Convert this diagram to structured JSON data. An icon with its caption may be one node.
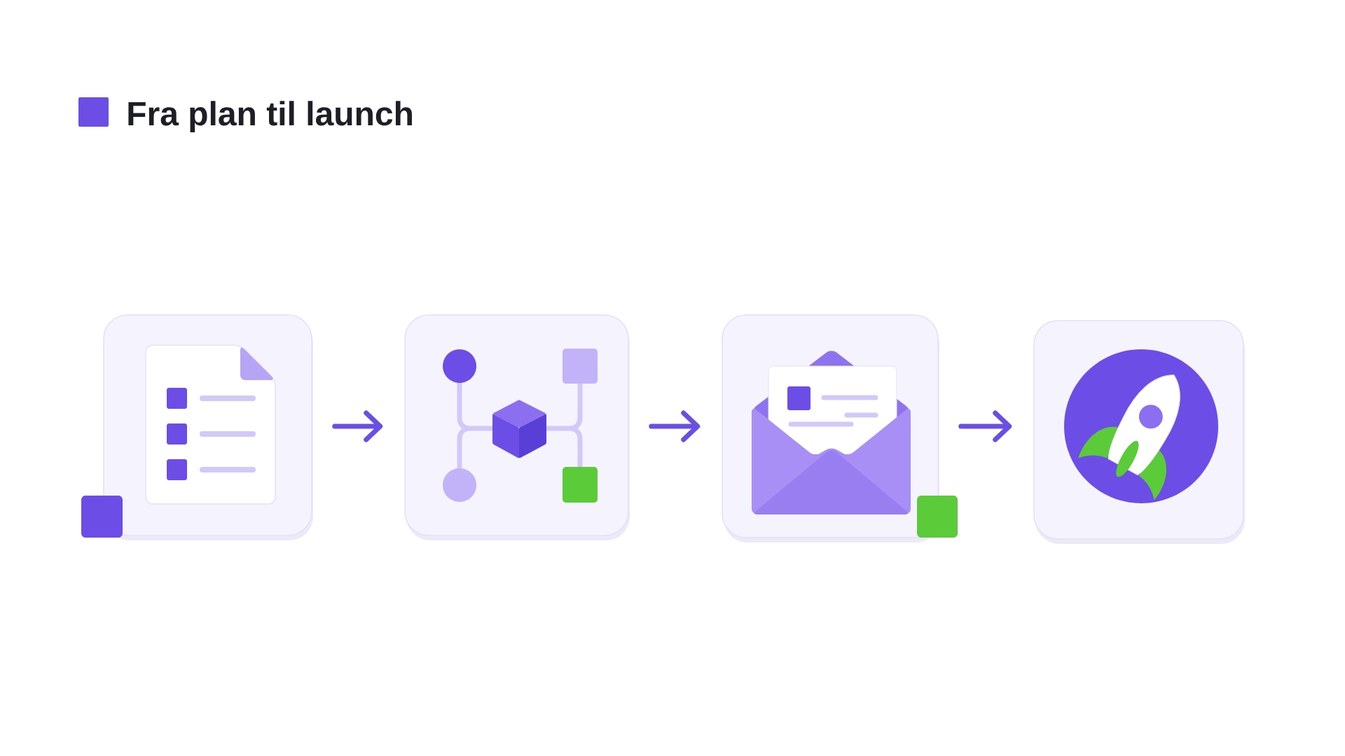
{
  "diagram": {
    "title": "Fra plan til launch",
    "nodes": [
      {
        "text": [],
        "shape": "picture"
      },
      {
        "text": [],
        "shape": "picture"
      },
      {
        "text": [],
        "shape": "picture"
      },
      {
        "text": [],
        "shape": "picture"
      }
    ],
    "edges": [
      {
        "from": 0,
        "to": 1,
        "arrow": "to"
      },
      {
        "from": 1,
        "to": 2,
        "arrow": "to"
      },
      {
        "from": 2,
        "to": 3,
        "arrow": "to"
      }
    ]
  }
}
